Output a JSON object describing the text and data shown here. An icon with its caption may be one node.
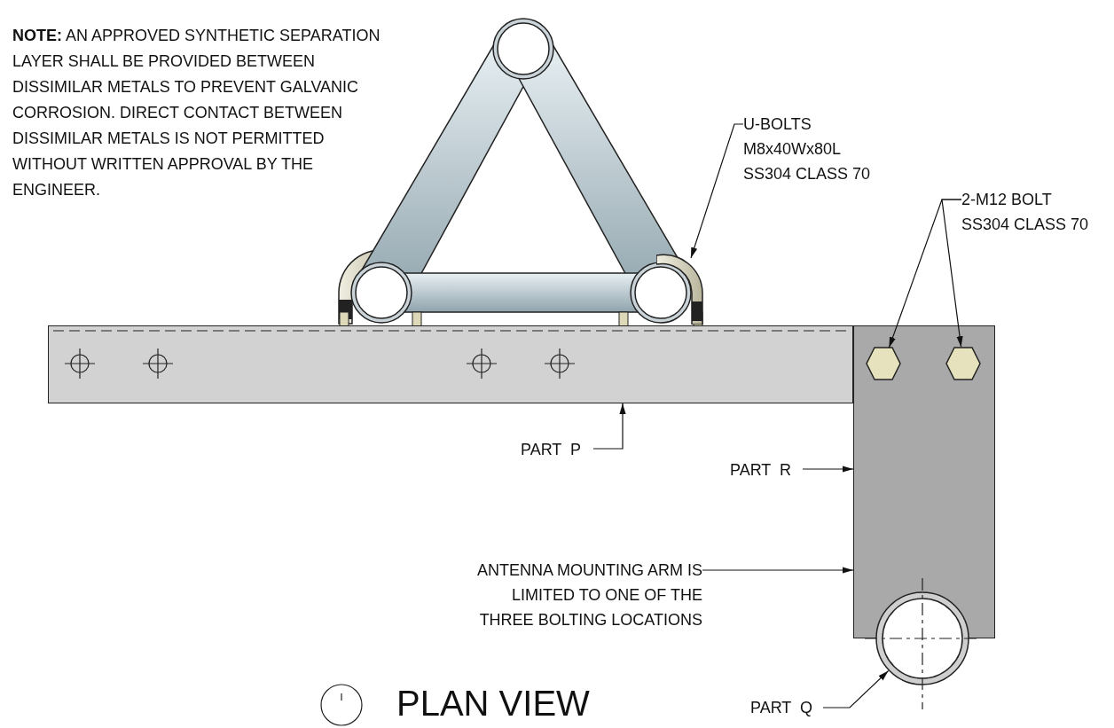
{
  "diagram": {
    "nodes": [
      {
        "text": [
          "U-BOLTS M8x40Wx80L SS304 CLASS 70"
        ]
      },
      {
        "text": [],
        "shape": "picture"
      },
      {
        "text": [
          "2-M12 BOLT SS304 CLASS 70"
        ]
      },
      {
        "text": [],
        "shape": "hexagon",
        "in": 8
      },
      {
        "text": [],
        "shape": "hexagon",
        "in": 8
      },
      {
        "text": [
          "PART  P"
        ]
      },
      {
        "text": [],
        "shape": "bar"
      },
      {
        "text": [
          "PART  R"
        ]
      },
      {
        "text": [],
        "shape": "box"
      },
      {
        "text": [
          "ANTENNA MOUNTING ARM IS LIMITED TO ONE OF THE THREE BOLTING LOCATIONS"
        ]
      },
      {
        "text": [
          "PART  Q"
        ]
      },
      {
        "text": [],
        "shape": "circle"
      }
    ],
    "edges": [
      {
        "from": 0,
        "to": 1,
        "arrow": "to"
      },
      {
        "from": 2,
        "to": 3,
        "arrow": "to"
      },
      {
        "from": 2,
        "to": 4,
        "arrow": "to"
      },
      {
        "from": 5,
        "to": 6,
        "arrow": "to"
      },
      {
        "from": 7,
        "to": 8,
        "arrow": "to"
      },
      {
        "from": 9,
        "to": 8,
        "arrow": "to"
      },
      {
        "from": 10,
        "to": 11,
        "arrow": "to"
      }
    ],
    "labels": [
      "**NOTE:** AN APPROVED SYNTHETIC SEPARATION LAYER SHALL BE PROVIDED BETWEEN DISSIMILAR METALS TO PREVENT GALVANIC CORROSION. DIRECT CONTACT BETWEEN DISSIMILAR METALS IS NOT PERMITTED WITHOUT WRITTEN APPROVAL BY THE ENGINEER.",
      "PLAN VIEW"
    ]
  }
}
